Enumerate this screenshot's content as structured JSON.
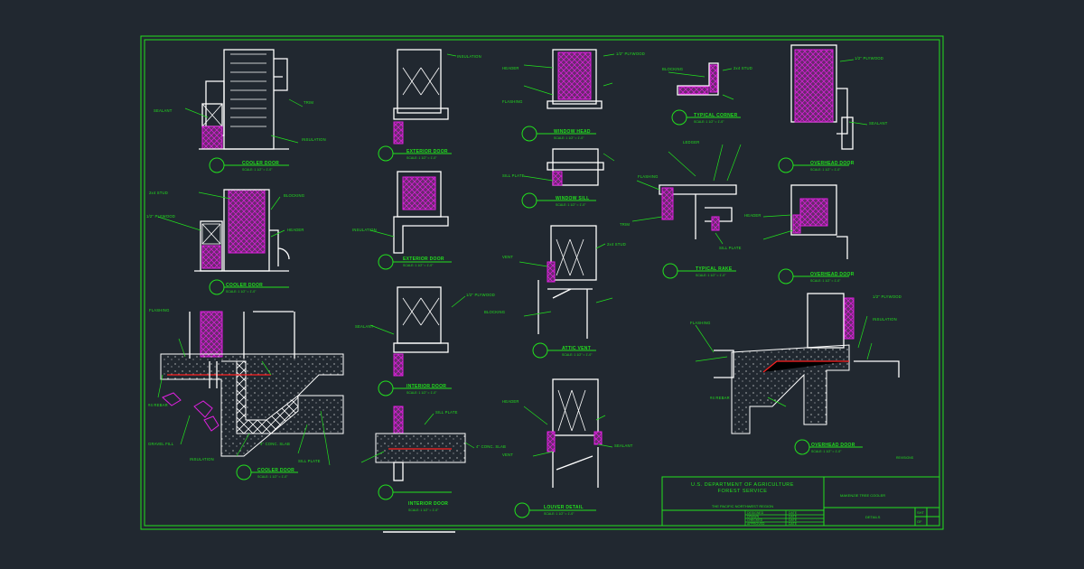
{
  "sheet": {
    "details": [
      {
        "title": "COOLER DOOR",
        "scale": "SCALE: 1 1/2\" = 1'-0\""
      },
      {
        "title": "EXTERIOR DOOR",
        "scale": "SCALE: 1 1/2\" = 1'-0\""
      },
      {
        "title": "WINDOW HEAD",
        "scale": "SCALE: 1 1/2\" = 1'-0\""
      },
      {
        "title": "TYPICAL CORNER",
        "scale": "SCALE: 1 1/2\" = 1'-0\""
      },
      {
        "title": "OVERHEAD DOOR",
        "scale": "SCALE: 1 1/2\" = 1'-0\""
      },
      {
        "title": "WINDOW SILL",
        "scale": "SCALE: 1 1/2\" = 1'-0\""
      },
      {
        "title": "COOLER DOOR",
        "scale": "SCALE: 1 1/2\" = 1'-0\""
      },
      {
        "title": "EXTERIOR DOOR",
        "scale": "SCALE: 1 1/2\" = 1'-0\""
      },
      {
        "title": "TYPICAL RAKE",
        "scale": "SCALE: 1 1/2\" = 1'-0\""
      },
      {
        "title": "OVERHEAD DOOR",
        "scale": "SCALE: 1 1/2\" = 1'-0\""
      },
      {
        "title": "ATTIC VENT",
        "scale": "SCALE: 1 1/2\" = 1'-0\""
      },
      {
        "title": "INTERIOR DOOR",
        "scale": "SCALE: 1 1/2\" = 1'-0\""
      },
      {
        "title": "COOLER DOOR",
        "scale": "SCALE: 1 1/2\" = 1'-0\""
      },
      {
        "title": "OVERHEAD DOOR",
        "scale": "SCALE: 1 1/2\" = 1'-0\""
      },
      {
        "title": "INTERIOR DOOR",
        "scale": "SCALE: 1 1/2\" = 1'-0\""
      },
      {
        "title": "LOUVER DETAIL",
        "scale": "SCALE: 1 1/2\" = 1'-0\""
      }
    ],
    "notes": {
      "insulation": "INSULATION",
      "plywood": "1/2\" PLYWOOD",
      "stud": "2x4 STUD",
      "blocking": "BLOCKING",
      "flashing": "FLASHING",
      "sill": "SILL PLATE",
      "rebar": "#4 REBAR",
      "slab": "4\" CONC. SLAB",
      "gravel": "GRAVEL FILL",
      "seal": "SEALANT",
      "trim": "TRIM",
      "header": "HEADER",
      "ledger": "LEDGER",
      "vent": "VENT"
    },
    "title_block": {
      "agency": "U.S. DEPARTMENT OF AGRICULTURE",
      "service": "FOREST SERVICE",
      "region": "THE PACIFIC NORTHWEST REGION",
      "project": "MAKENZIE TREE COOLER",
      "drawing": "DETAILS",
      "sheet_label": "SHT",
      "of_label": "OF",
      "rows": [
        "DESIGNED",
        "DRAWN",
        "CHECKED",
        "APPROVED"
      ],
      "date_label": "DATE",
      "revisions": "REVISIONS"
    }
  }
}
